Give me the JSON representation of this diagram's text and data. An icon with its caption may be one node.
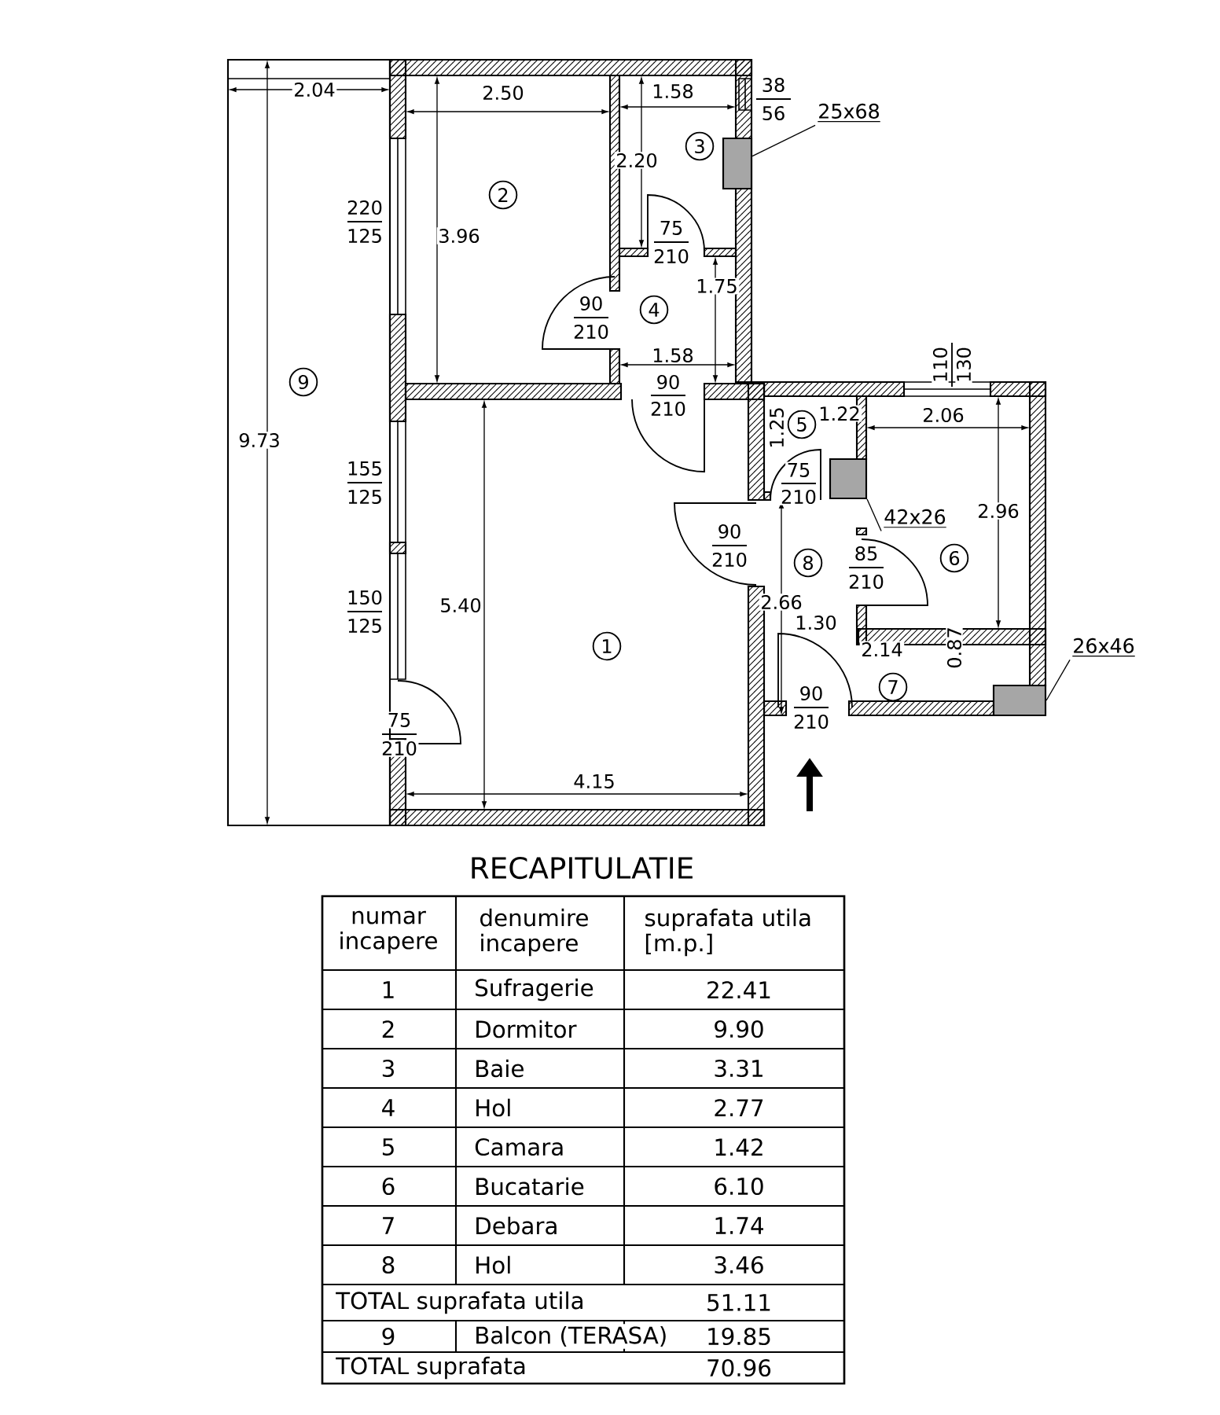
{
  "diagram": {
    "title": "RECAPITULATIE",
    "nodes": [
      {
        "text": [
          "9"
        ]
      },
      {
        "text": [
          "2"
        ]
      },
      {
        "text": [
          "3"
        ]
      },
      {
        "text": [
          "4"
        ]
      },
      {
        "text": [
          "1"
        ]
      },
      {
        "text": [
          "5"
        ]
      },
      {
        "text": [
          "8"
        ]
      },
      {
        "text": [
          "6"
        ]
      },
      {
        "text": [
          "7"
        ]
      },
      {
        "text": [
          "25x68"
        ]
      },
      {
        "text": [],
        "shape": "box"
      },
      {
        "text": [
          "42x26"
        ]
      },
      {
        "text": [],
        "shape": "box"
      },
      {
        "text": [
          "26x46"
        ]
      },
      {
        "text": [],
        "shape": "box"
      }
    ],
    "edges": [
      {
        "from": 9,
        "to": 10,
        "arrow": "none"
      },
      {
        "from": 11,
        "to": 12,
        "arrow": "none"
      },
      {
        "from": 13,
        "to": 14,
        "arrow": "none"
      }
    ],
    "labels": [
      "2.04",
      "2.50",
      "1.58",
      "38",
      "56",
      "2.20",
      "220",
      "125",
      "3.96",
      "75",
      "210",
      "90",
      "210",
      "1.75",
      "1.58",
      "90",
      "210",
      "110",
      "130",
      "1.25",
      "1.22",
      "2.06",
      "9.73",
      "155",
      "125",
      "75",
      "210",
      "2.96",
      "90",
      "210",
      "85",
      "210",
      "150",
      "125",
      "5.40",
      "2.66",
      "1.30",
      "2.14",
      "0.87",
      "75",
      "210",
      "90",
      "210",
      "4.15",
      "numar incapere",
      "denumire incapere",
      "suprafata utila [m.p.]",
      "1",
      "Sufragerie",
      "22.41",
      "2",
      "Dormitor",
      "9.90",
      "3",
      "Baie",
      "3.31",
      "4",
      "Hol",
      "2.77",
      "5",
      "Camara",
      "1.42",
      "6",
      "Bucatarie",
      "6.10",
      "7",
      "Debara",
      "1.74",
      "8",
      "Hol",
      "3.46",
      "TOTAL suprafata utila",
      "51.11",
      "9",
      "Balcon (TERASA)",
      "19.85",
      "TOTAL suprafata",
      "70.96"
    ]
  }
}
